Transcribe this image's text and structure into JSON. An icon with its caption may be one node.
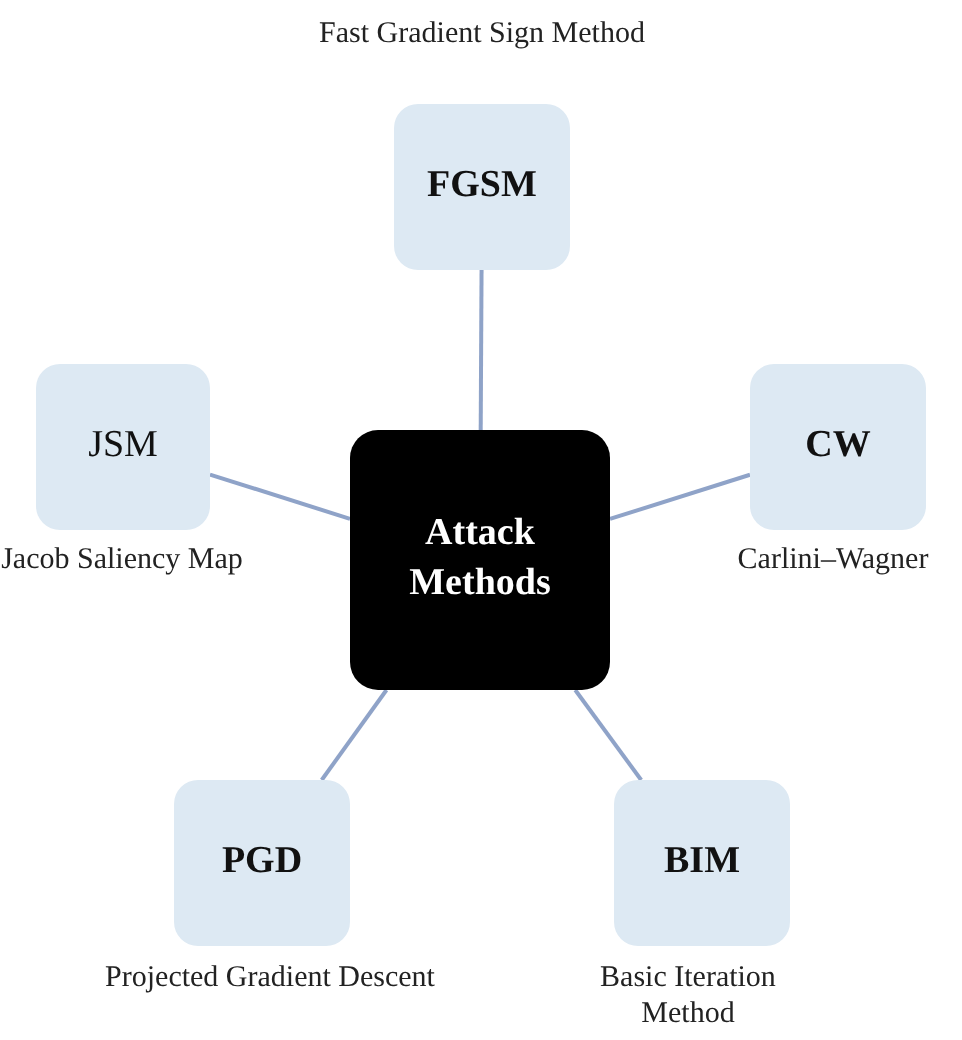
{
  "diagram": {
    "nodes": [
      {
        "text": [
          "Attack Methods"
        ]
      },
      {
        "text": [
          "FGSM"
        ],
        "beside": [
          "Fast Gradient Sign Method"
        ]
      },
      {
        "text": [
          "JSM"
        ],
        "beside": [
          "Jacob Saliency Map"
        ]
      },
      {
        "text": [
          "CW"
        ],
        "beside": [
          "Carlini–Wagner"
        ]
      },
      {
        "text": [
          "PGD"
        ],
        "beside": [
          "Projected Gradient Descent"
        ]
      },
      {
        "text": [
          "BIM"
        ],
        "beside": [
          "Basic Iteration Method"
        ]
      }
    ],
    "edges": [
      {
        "from": 0,
        "to": 1,
        "arrow": "none"
      },
      {
        "from": 0,
        "to": 2,
        "arrow": "none"
      },
      {
        "from": 0,
        "to": 3,
        "arrow": "none"
      },
      {
        "from": 0,
        "to": 4,
        "arrow": "none"
      },
      {
        "from": 0,
        "to": 5,
        "arrow": "none"
      }
    ]
  }
}
